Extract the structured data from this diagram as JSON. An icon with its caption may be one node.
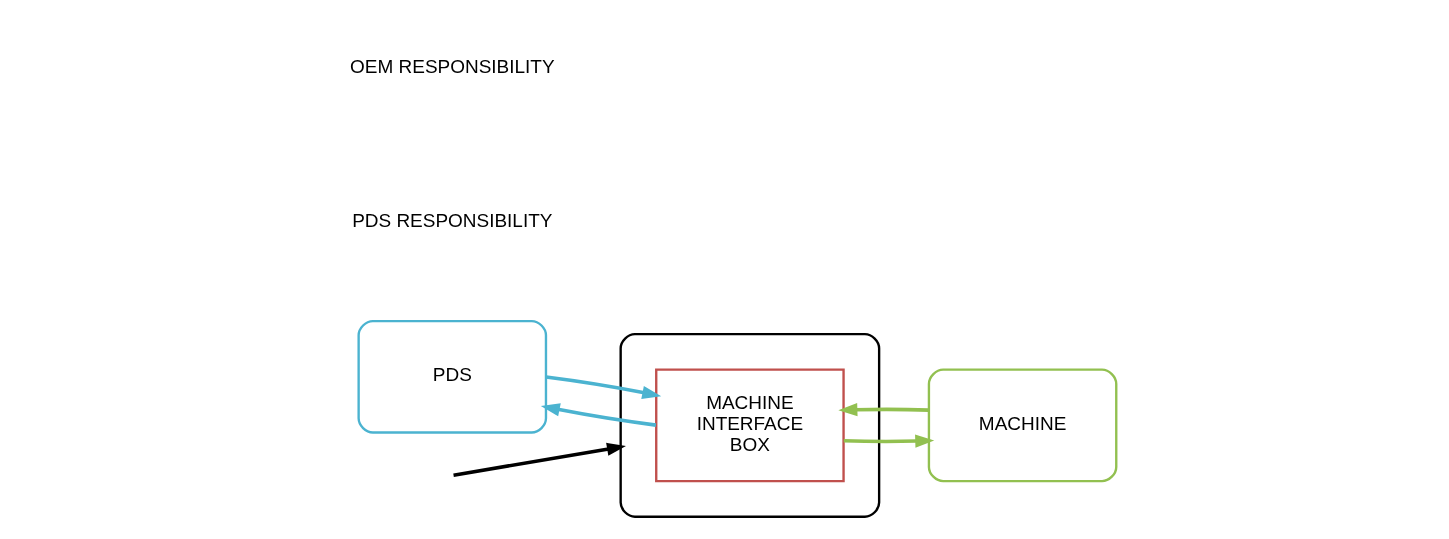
{
  "diagram": {
    "nodes": [
      {
        "text": [
          "PDS"
        ]
      },
      {
        "text": [],
        "shape": "cloud"
      },
      {
        "text": [
          "MACHINE INTERFACE BOX"
        ],
        "in": 1
      },
      {
        "text": [
          "MACHINE"
        ]
      }
    ],
    "edges": [
      {
        "from": null,
        "to": 1,
        "arrow": "to",
        "color": "#000000"
      },
      {
        "from": 0,
        "to": 2,
        "arrow": "to",
        "color": "#4bb3d0"
      },
      {
        "from": 2,
        "to": 0,
        "arrow": "to",
        "color": "#4bb3d0"
      },
      {
        "from": 2,
        "to": 3,
        "arrow": "to",
        "color": "#92c050"
      },
      {
        "from": 3,
        "to": 2,
        "arrow": "to",
        "color": "#92c050"
      }
    ],
    "labels": [
      "PDS RESPONSIBILITY",
      "OEM RESPONSIBILITY"
    ]
  }
}
